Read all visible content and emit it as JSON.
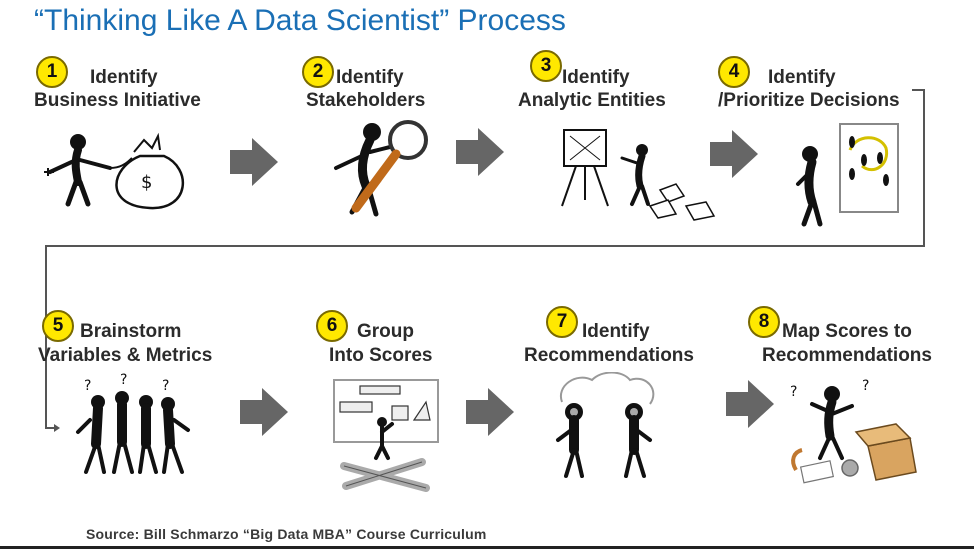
{
  "title": "“Thinking Like A Data Scientist” Process",
  "source": "Source: Bill Schmarzo “Big Data MBA” Course Curriculum",
  "steps": [
    {
      "num": "1",
      "line1": "Identify",
      "line2": "Business Initiative"
    },
    {
      "num": "2",
      "line1": "Identify",
      "line2": "Stakeholders"
    },
    {
      "num": "3",
      "line1": "Identify",
      "line2": "Analytic Entities"
    },
    {
      "num": "4",
      "line1": "Identify",
      "line2": "/Prioritize Decisions"
    },
    {
      "num": "5",
      "line1": "Brainstorm",
      "line2": "Variables & Metrics"
    },
    {
      "num": "6",
      "line1": "Group",
      "line2": "Into Scores"
    },
    {
      "num": "7",
      "line1": "Identify",
      "line2": "Recommendations"
    },
    {
      "num": "8",
      "line1": "Map Scores to",
      "line2": "Recommendations"
    }
  ],
  "colors": {
    "title": "#1a6fb5",
    "badge": "#ffe800",
    "arrow": "#666666"
  }
}
